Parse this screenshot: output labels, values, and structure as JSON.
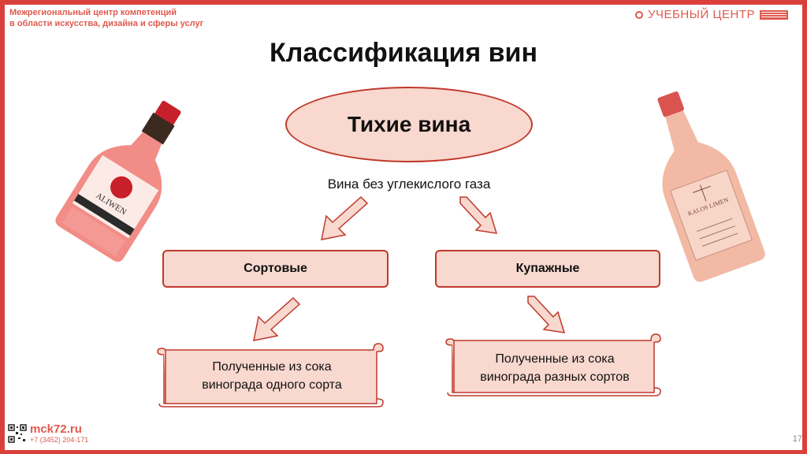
{
  "header": {
    "org_line1": "Межрегиональный центр компетенций",
    "org_line2": "в области искусства, дизайна и сферы услуг",
    "brand": "УЧЕБНЫЙ ЦЕНТР"
  },
  "slide": {
    "title": "Классификация вин",
    "main_category": "Тихие вина",
    "description": "Вина без углекислого газа",
    "left_box": "Сортовые",
    "right_box": "Купажные",
    "left_scroll_line1": "Полученные из сока",
    "left_scroll_line2": "винограда одного сорта",
    "right_scroll_line1": "Полученные из сока",
    "right_scroll_line2": "винограда разных сортов"
  },
  "bottles": {
    "left_label_brand": "ALIWEN",
    "right_label_brand": "KALOS LIMEN"
  },
  "footer": {
    "site": "mck72.ru",
    "phone": "+7 (3452) 204-171",
    "page_number": "17"
  },
  "colors": {
    "frame": "#d9403b",
    "accent": "#e05a4e",
    "shape_fill": "#f8d8cf",
    "shape_border": "#c0392b"
  }
}
